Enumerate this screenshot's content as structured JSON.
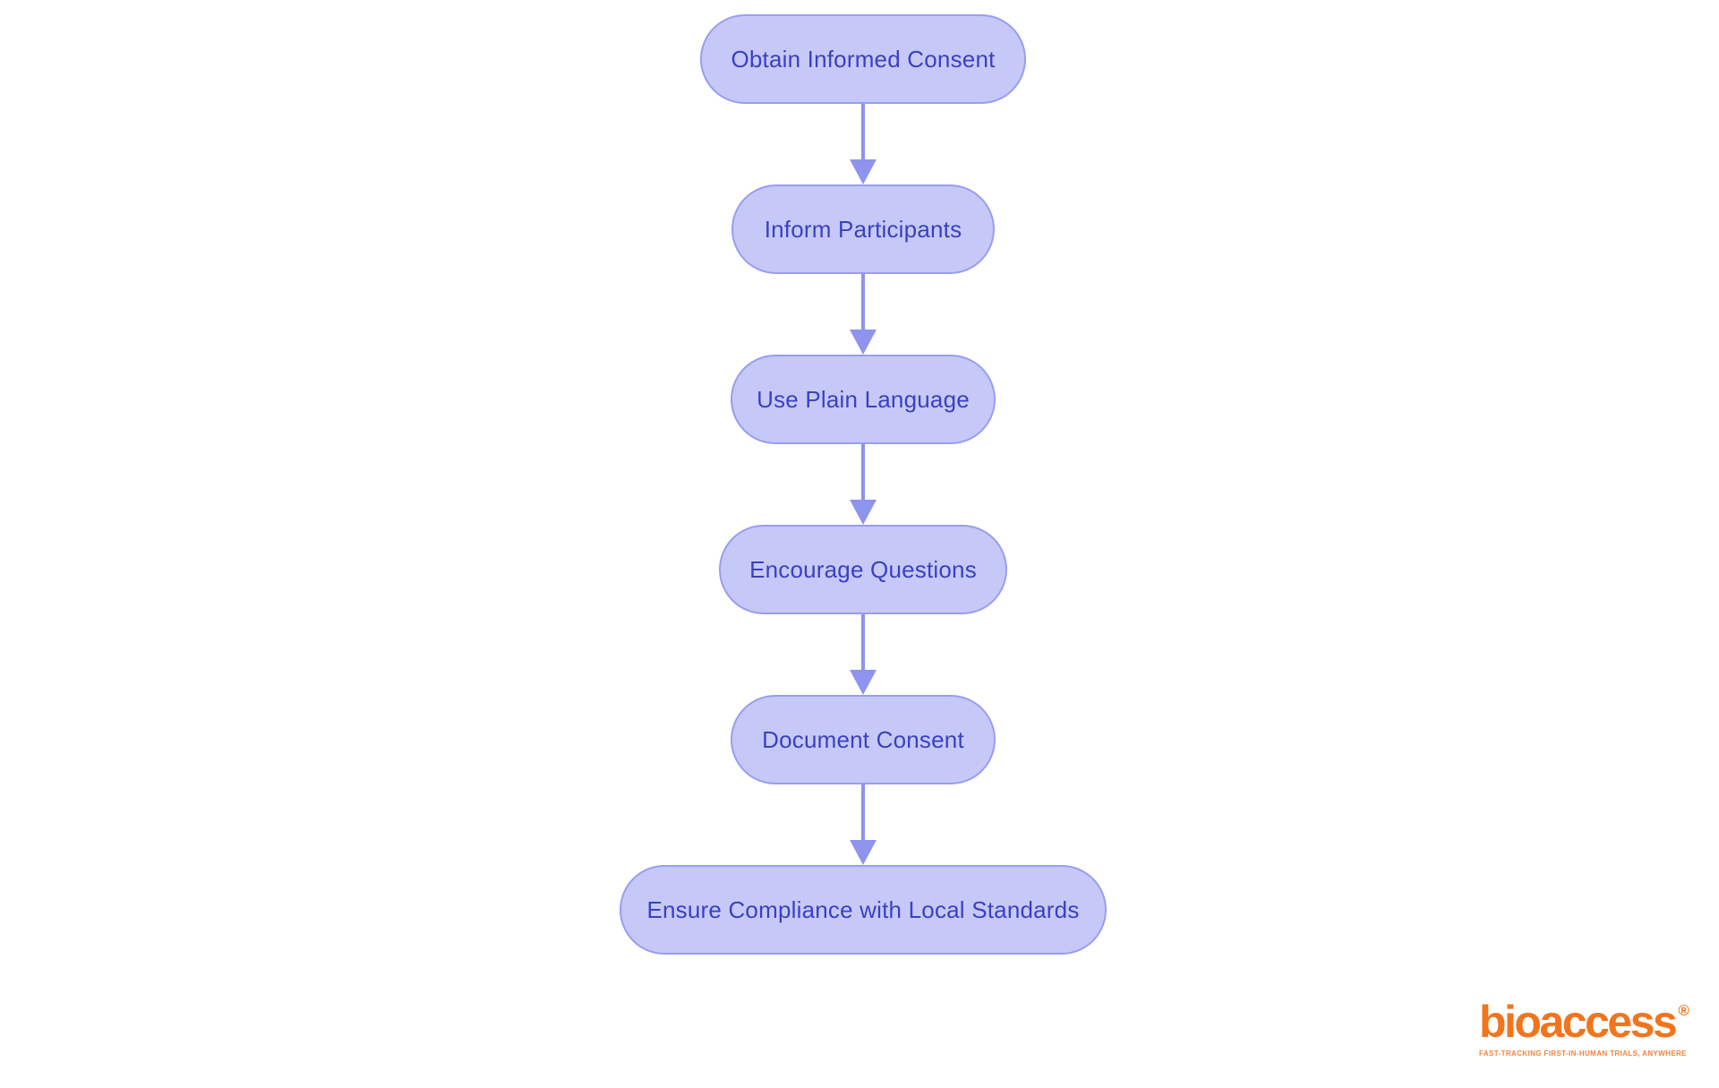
{
  "page": {
    "background_color": "#ffffff"
  },
  "flowchart": {
    "type": "vertical-flow",
    "direction": "top-to-bottom",
    "nodes": [
      {
        "id": 1,
        "label": "Obtain Informed Consent"
      },
      {
        "id": 2,
        "label": "Inform Participants"
      },
      {
        "id": 3,
        "label": "Use Plain Language"
      },
      {
        "id": 4,
        "label": "Encourage Questions"
      },
      {
        "id": 5,
        "label": "Document Consent"
      },
      {
        "id": 6,
        "label": "Ensure Compliance with Local Standards"
      }
    ],
    "edges": [
      {
        "from": 1,
        "to": 2
      },
      {
        "from": 2,
        "to": 3
      },
      {
        "from": 3,
        "to": 4
      },
      {
        "from": 4,
        "to": 5
      },
      {
        "from": 5,
        "to": 6
      }
    ],
    "style": {
      "node_fill_color": "#c6c9f7",
      "node_border_color": "#989df2",
      "node_text_color": "#3a41c2",
      "arrow_color": "#8e93ee"
    }
  },
  "logo": {
    "brand": "bioaccess",
    "registered_mark": "®",
    "tagline": "FAST-TRACKING FIRST-IN-HUMAN TRIALS, ANYWHERE",
    "brand_color": "#f2741d"
  }
}
